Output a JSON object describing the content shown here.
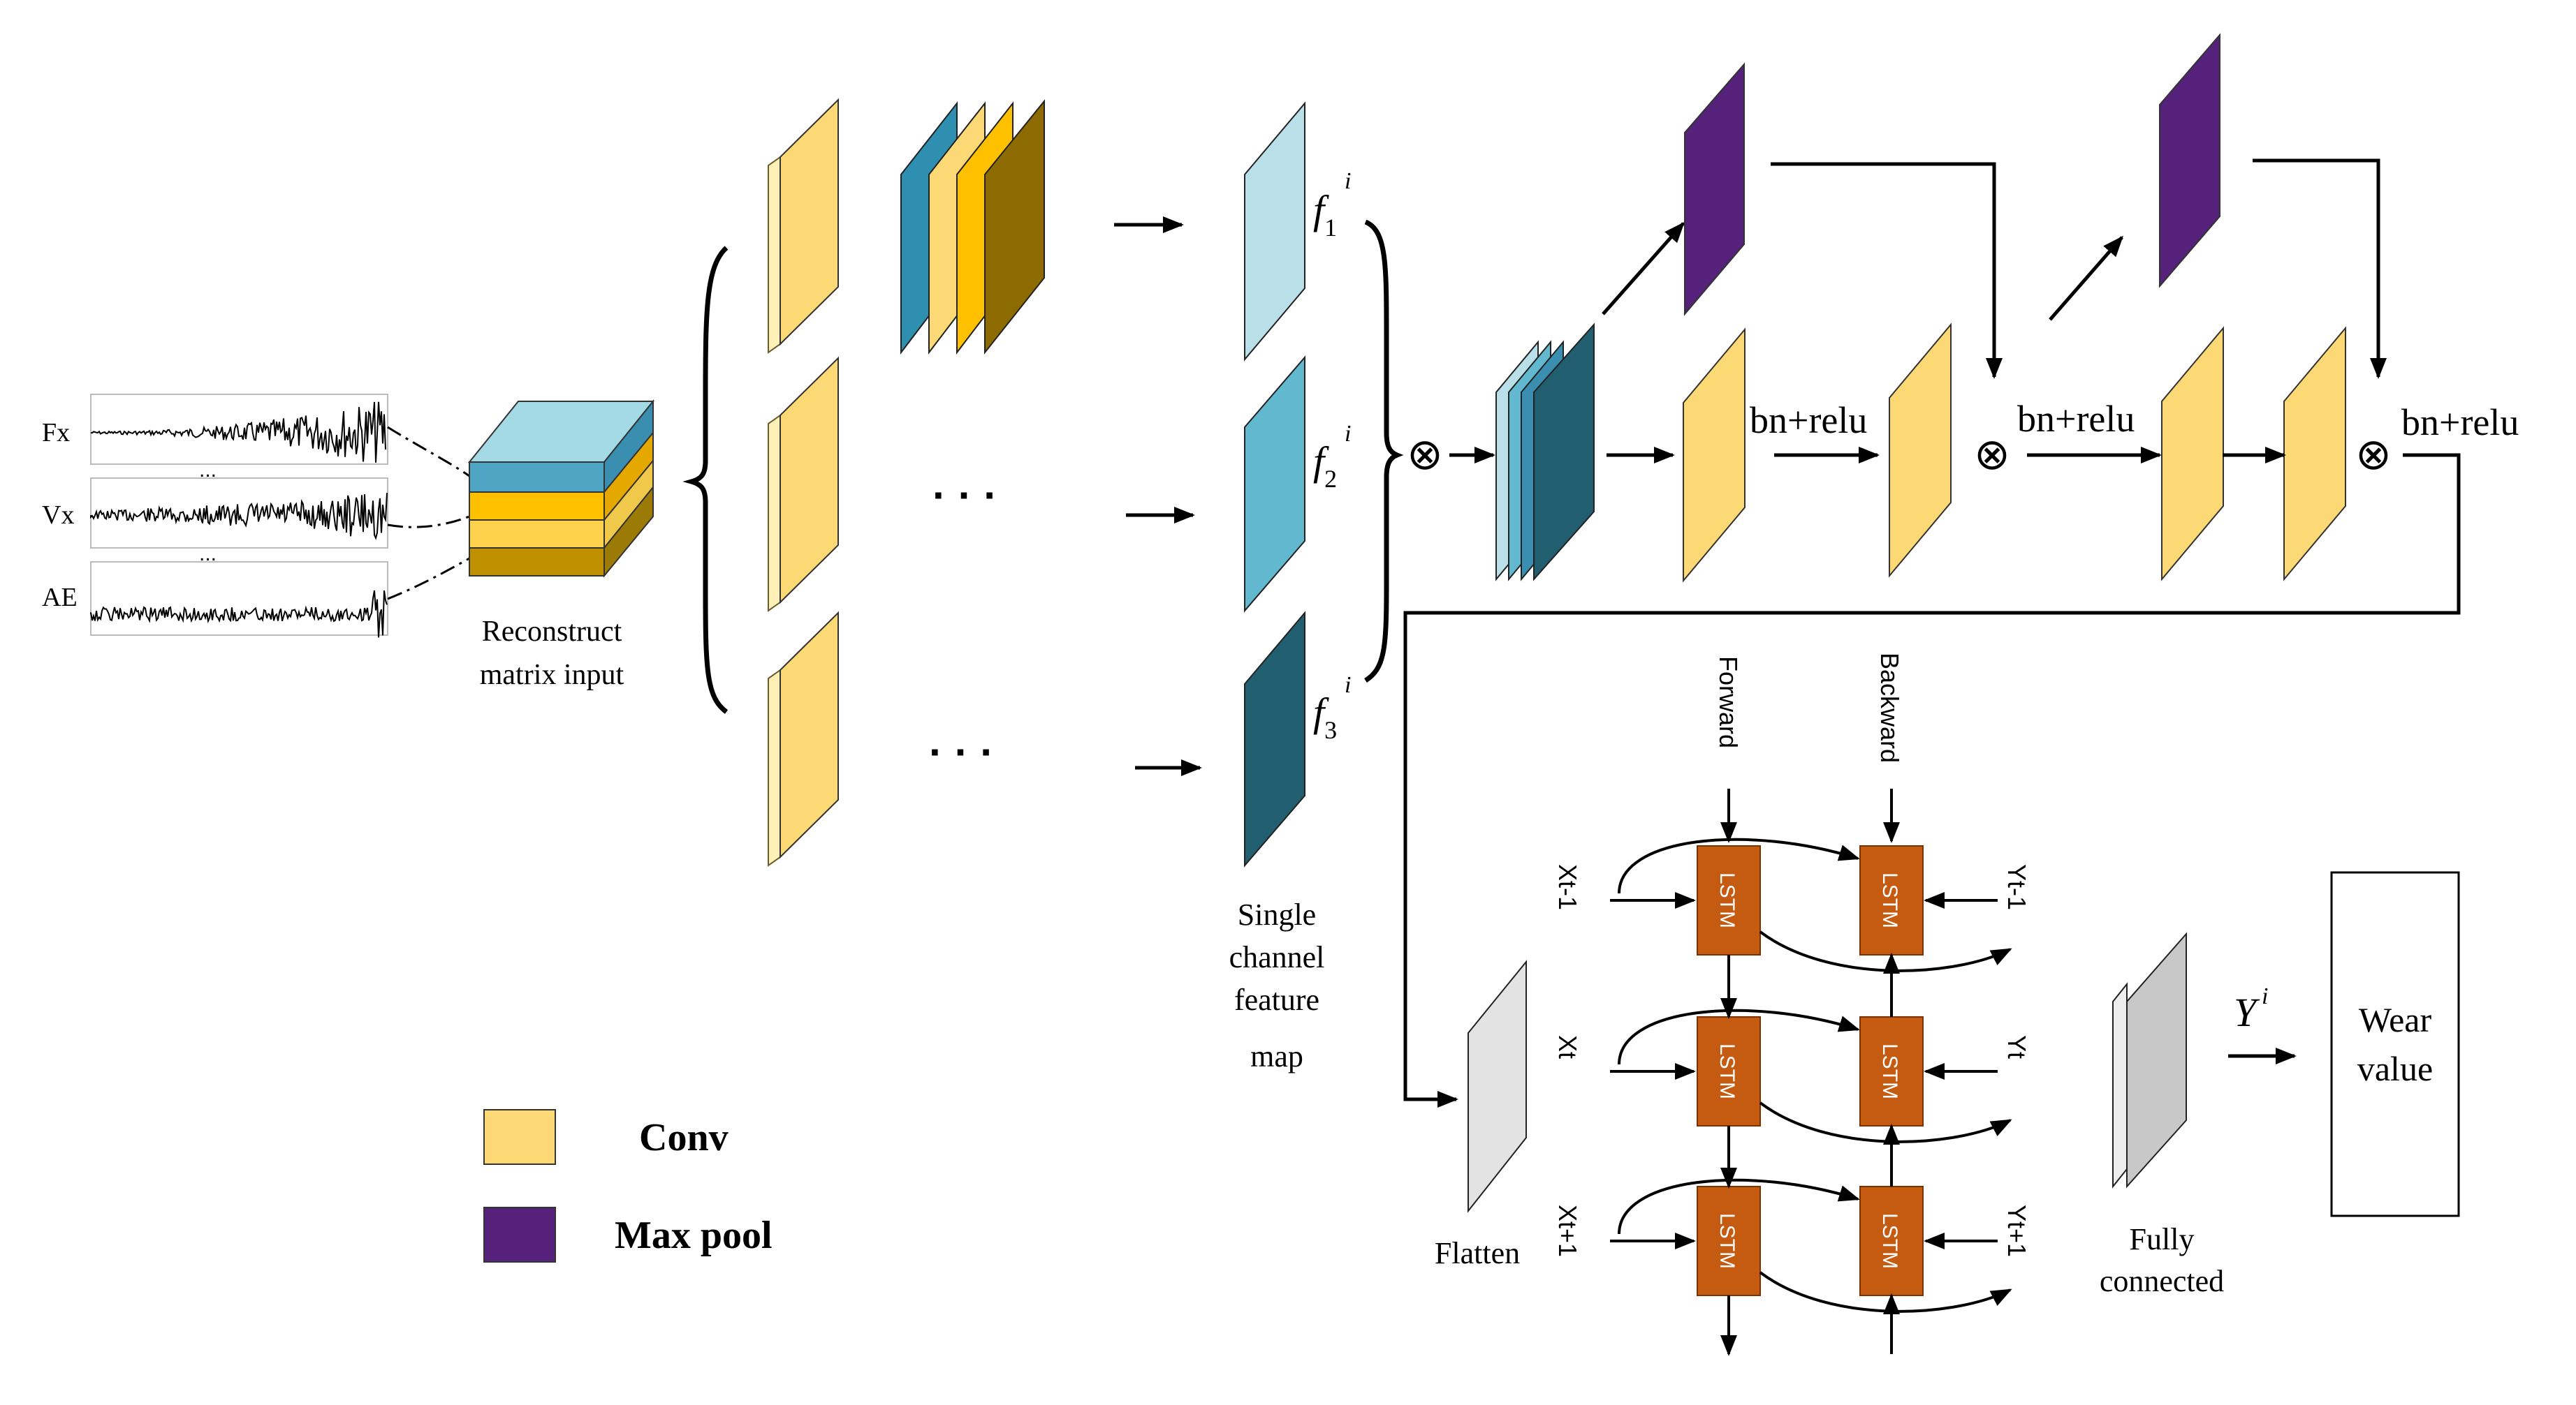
{
  "colors": {
    "conv": "#FCD975",
    "conv_border": "#8a7a40",
    "max_pool": "#55217A",
    "lstm": "#C55A11",
    "fmap1": "#B9DFE9",
    "fmap2": "#62B8CF",
    "fmap3": "#215E70",
    "flatten": "#E3E3E3",
    "fully_connected": "#C8C8C8"
  },
  "signals": {
    "fx": "Fx",
    "vx": "Vx",
    "ae": "AE",
    "dots": "..."
  },
  "input_block": {
    "label_line1": "Reconstruct",
    "label_line2": "matrix input"
  },
  "branch_dots": "· · ·",
  "feature_maps": {
    "f1": "f",
    "f1_sub": "1",
    "f1_sup": "i",
    "f2": "f",
    "f2_sub": "2",
    "f2_sup": "i",
    "f3": "f",
    "f3_sub": "3",
    "f3_sup": "i",
    "caption": [
      "Single",
      "channel",
      "feature",
      "map"
    ]
  },
  "operators": {
    "multiply": "⊗",
    "bn_relu": "bn+relu"
  },
  "bilstm": {
    "forward": "Forward",
    "backward": "Backward",
    "cell": "LSTM",
    "inputs": [
      "Xt-1",
      "Xt",
      "Xt+1"
    ],
    "outputs": [
      "Yt-1",
      "Yt",
      "Yt+1"
    ]
  },
  "flatten": "Flatten",
  "fully_connected": {
    "line1": "Fully",
    "line2": "connected"
  },
  "output": {
    "y": "Y",
    "y_sup": "i",
    "box_line1": "Wear",
    "box_line2": "value"
  },
  "legend": {
    "conv": "Conv",
    "max_pool": "Max pool"
  }
}
